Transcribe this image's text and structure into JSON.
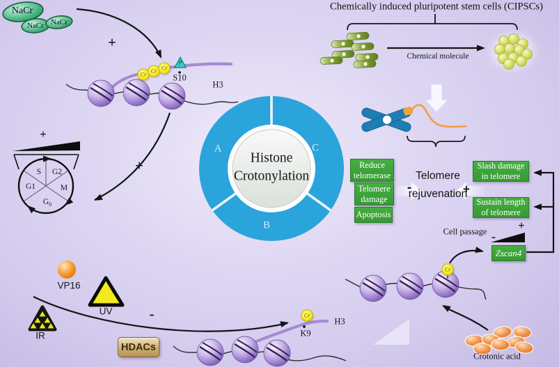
{
  "figure": {
    "nacr": {
      "labels": [
        "NaCr",
        "NaCr",
        "NaCr"
      ]
    },
    "signs": {
      "plus_nacr": "+",
      "plus_cycle": "+",
      "wedge_plus": "+",
      "minus_hdac": "-",
      "telomere_minus": "-",
      "telomere_plus": "+",
      "passage_minus": "-",
      "passage_plus": "+"
    },
    "histone_top": {
      "cr_marks": [
        "Cr",
        "Cr",
        "Cr"
      ],
      "phospho": "P",
      "site": "S10",
      "tail": "H3"
    },
    "cell_cycle": {
      "s": "S",
      "g2": "G2",
      "m": "M",
      "g1": "G1",
      "g0": "G",
      "g0_sub": "0"
    },
    "donut": {
      "line1": "Histone",
      "line2": "Crotonylation",
      "a": "A",
      "b": "B",
      "c": "C"
    },
    "cipsc": {
      "title": "Chemically induced pluripotent stem cells (CIPSCs)",
      "arrow_label": "Chemical molecule"
    },
    "telomere": {
      "left_boxes": [
        "Reduce telomerase",
        "Telomere damage",
        "Apoptosis"
      ],
      "center_line1": "Telomere",
      "center_line2": "rejuvenation",
      "right_boxes": [
        "Slash damage in telomere",
        "Sustain length of telomere"
      ],
      "cell_passage": "Cell passage",
      "zscan4": "Zscan4"
    },
    "inhibitors": {
      "vp16": "VP16",
      "uv": "UV",
      "ir": "IR",
      "hdacs": "HDACs"
    },
    "histone_bottom": {
      "cr": "Cr",
      "site": "K9",
      "tail": "H3"
    },
    "crotonic": {
      "cr": "Cr",
      "label": "Crotonic acid"
    }
  },
  "colors": {
    "background": "#d9d2ef",
    "ring_blue": "#2aa4db",
    "box_green": "#3aa43a",
    "nacr_green": "#2f9e6e",
    "cr_yellow": "#f6ee25",
    "phospho_teal": "#35c8c8",
    "chromosome_blue": "#1e7db3",
    "telomere_orange": "#f0a03c",
    "crotonic_orange": "#e87a2c",
    "hdacs_tan": "#cfae72",
    "nucleosome_purple": "#9d7fd0"
  }
}
